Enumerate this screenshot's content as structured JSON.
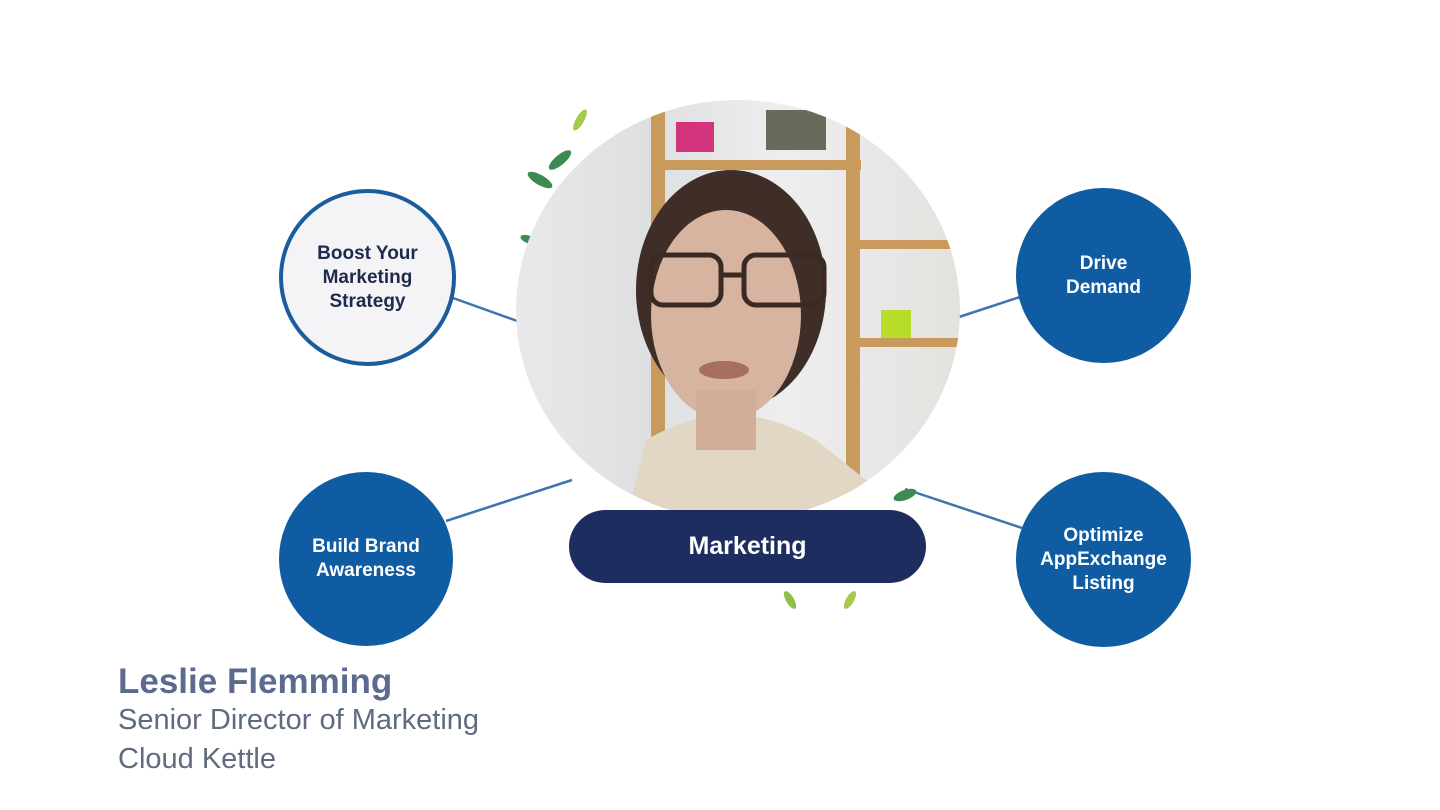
{
  "center": {
    "label": "Marketing"
  },
  "nodes": [
    {
      "label": "Boost Your\nMarketing\nStrategy"
    },
    {
      "label": "Drive\nDemand"
    },
    {
      "label": "Build Brand\nAwareness"
    },
    {
      "label": "Optimize\nAppExchange\nListing"
    }
  ],
  "speaker": {
    "name": "Leslie Flemming",
    "title": "Senior Director of Marketing",
    "company": "Cloud Kettle"
  },
  "colors": {
    "navy": "#1d2d5f",
    "blue": "#0f5ca3",
    "line": "#3d75ad"
  }
}
